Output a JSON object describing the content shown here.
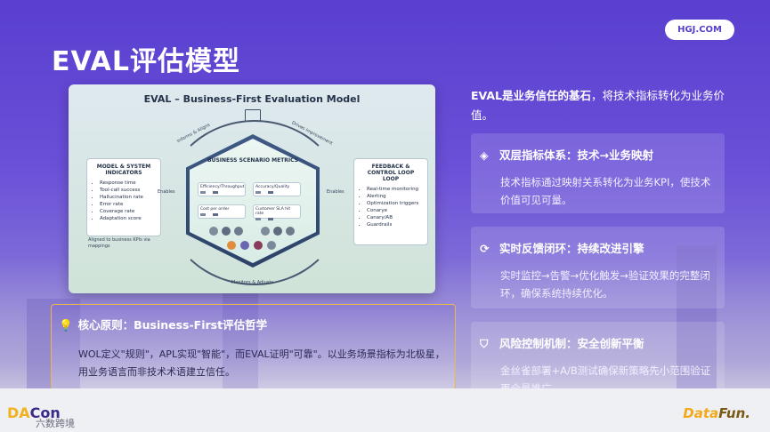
{
  "brand_tag": "HGJ.COM",
  "title": "EVAL评估模型",
  "diagram": {
    "title": "EVAL – Business-First Evaluation Model",
    "left_box": {
      "heading": "MODEL & SYSTEM INDICATORS",
      "items": [
        "Response time",
        "Tool-call success",
        "Hallucination rate",
        "Error rate",
        "Coverage rate",
        "Adaptation score"
      ],
      "note": "Aligned to business KPIs via mappings"
    },
    "right_box": {
      "heading": "FEEDBACK & CONTROL LOOP LOOP",
      "items": [
        "Real-time monitoring",
        "Alerting",
        "Optimization triggers",
        "Conarye",
        "Canary/AB",
        "Guardrails"
      ]
    },
    "center_title": "BUSINESS SCENARIO METRICS",
    "metrics": [
      "Efficiency/Throughput",
      "Accuracy/Quality",
      "Cost per order",
      "Customer SLA hit rate"
    ],
    "arcs": {
      "top_left": "Informs & Aligns",
      "top_right": "Drives improvement",
      "left": "Enables",
      "right": "Enables",
      "bottom": "Monitors & Adjusts"
    }
  },
  "intro": {
    "bold": "EVAL是业务信任的基石",
    "rest": "，将技术指标转化为业务价值。"
  },
  "cards": [
    {
      "icon": "layers-icon",
      "heading": "双层指标体系：技术→业务映射",
      "body": "技术指标通过映射关系转化为业务KPI，使技术价值可见可量。"
    },
    {
      "icon": "refresh-icon",
      "heading": "实时反馈闭环：持续改进引擎",
      "body": "实时监控→告警→优化触发→验证效果的完整闭环，确保系统持续优化。"
    },
    {
      "icon": "shield-icon",
      "heading": "风险控制机制：安全创新平衡",
      "body": "金丝雀部署+A/B测试确保新策略先小范围验证再全量推广。"
    }
  ],
  "principle": {
    "heading": "核心原则：Business-First评估哲学",
    "body": "WOL定义\"规则\"，APL实现\"智能\"，而EVAL证明\"可靠\"。以业务场景指标为北极星，用业务语言而非技术术语建立信任。"
  },
  "footer": {
    "left_logo_a": "DA",
    "left_logo_b": "Con",
    "left_caption": "六数跨境",
    "right_logo_a": "Data",
    "right_logo_b": "Fun."
  }
}
